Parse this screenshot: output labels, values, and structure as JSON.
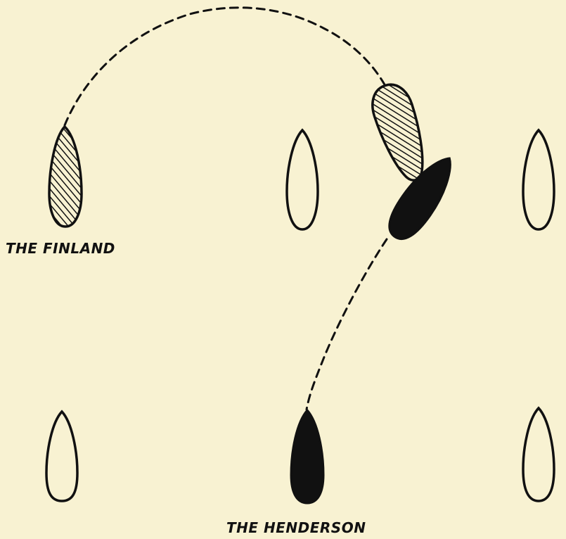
{
  "colors": {
    "background": "#f8f2d2",
    "ink": "#111111",
    "hatch": "#111111",
    "outline_fill": "#f8f2d2"
  },
  "labels": {
    "finland": "THE FINLAND",
    "henderson": "THE HENDERSON"
  },
  "ships": [
    {
      "name": "finland-start",
      "style": "hatched"
    },
    {
      "name": "finland-collision",
      "style": "hatched"
    },
    {
      "name": "henderson-start",
      "style": "solid"
    },
    {
      "name": "henderson-collision",
      "style": "solid"
    },
    {
      "name": "convoy-ship-top-middle",
      "style": "outline"
    },
    {
      "name": "convoy-ship-top-right",
      "style": "outline"
    },
    {
      "name": "convoy-ship-bottom-left",
      "style": "outline"
    },
    {
      "name": "convoy-ship-bottom-right",
      "style": "outline"
    }
  ],
  "paths": [
    {
      "name": "finland-course",
      "style": "dashed"
    },
    {
      "name": "henderson-course",
      "style": "dashed"
    }
  ]
}
